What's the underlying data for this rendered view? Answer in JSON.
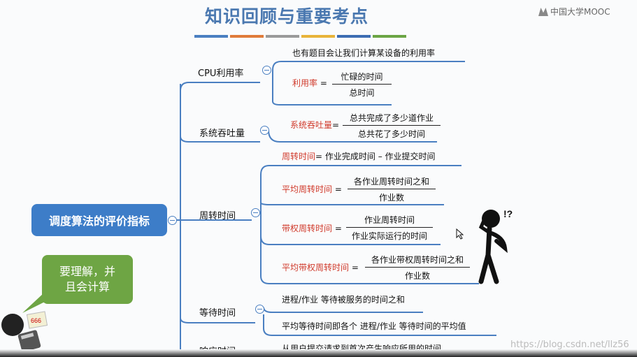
{
  "header": {
    "title": "知识回顾与重要考点",
    "logo_text": "中国大学MOOC",
    "title_bar_colors": [
      "#4a7fc1",
      "#e07b3a",
      "#9a9a9a",
      "#e8b43a",
      "#3d6db3",
      "#6ba545"
    ]
  },
  "mindmap": {
    "root": "调度算法的评价指标",
    "cpu": {
      "label": "CPU利用率",
      "note": "也有题目会让我们计算某设备的利用率",
      "formula_name": "利用率",
      "numerator": "忙碌的时间",
      "denominator": "总时间"
    },
    "throughput": {
      "label": "系统吞吐量",
      "formula_name": "系统吞吐量",
      "numerator": "总共完成了多少道作业",
      "denominator": "总共花了多少时间"
    },
    "turnaround": {
      "label": "周转时间",
      "line1_name": "周转时间",
      "line1_rest": "= 作业完成时间 – 作业提交时间",
      "avg_name": "平均周转时间",
      "avg_num": "各作业周转时间之和",
      "avg_den": "作业数",
      "weighted_name": "带权周转时间",
      "weighted_num": "作业周转时间",
      "weighted_den": "作业实际运行的时间",
      "avg_weighted_name": "平均带权周转时间",
      "avg_weighted_num": "各作业带权周转时间之和",
      "avg_weighted_den": "作业数"
    },
    "waiting": {
      "label": "等待时间",
      "line1": "进程/作业 等待被服务的时间之和",
      "line2": "平均等待时间即各个 进程/作业 等待时间的平均值"
    },
    "response": {
      "label": "响应时间",
      "line1": "从用户提交请求到首次产生响应所用的时间"
    }
  },
  "callout": {
    "text_line1": "要理解，并",
    "text_line2": "且会计算"
  },
  "figure": {
    "marks": "!?",
    "sticky_note": "666"
  },
  "watermark": "https://blog.csdn.net/llz56"
}
